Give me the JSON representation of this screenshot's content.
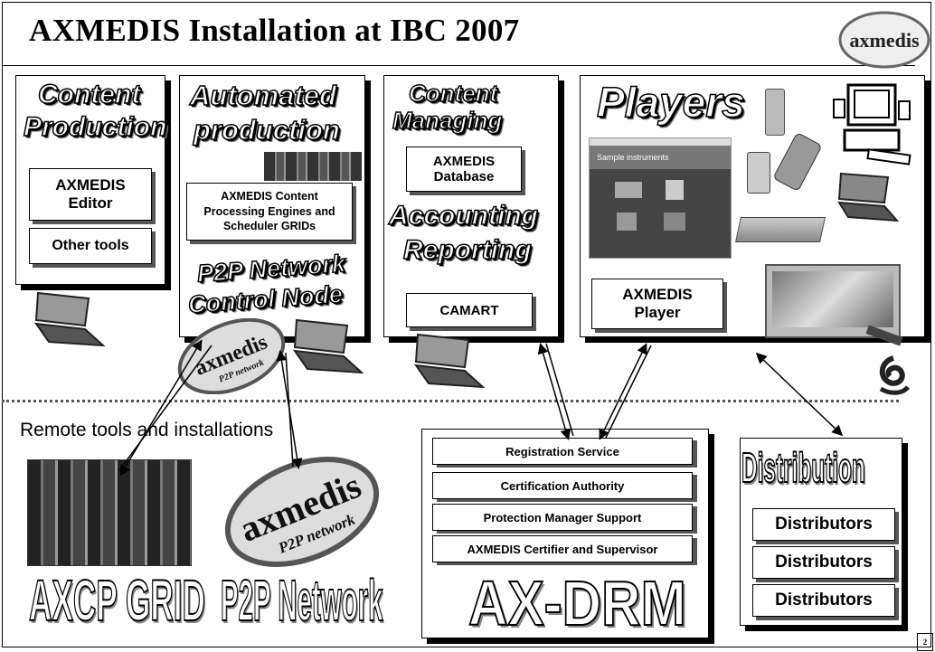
{
  "title": "AXMEDIS Installation at IBC 2007",
  "logo_text": "axmedis",
  "panels": {
    "content_production": {
      "heading_line1": "Content",
      "heading_line2": "Production",
      "editor": "AXMEDIS Editor",
      "other": "Other tools"
    },
    "automated_production": {
      "heading_line1": "Automated",
      "heading_line2": "production",
      "engines": "AXMEDIS Content Processing Engines and Scheduler GRIDs",
      "p2p_line1": "P2P Network",
      "p2p_line2": "Control Node"
    },
    "content_managing": {
      "heading_line1": "Content",
      "heading_line2": "Managing",
      "database": "AXMEDIS Database",
      "accounting_line1": "Accounting",
      "accounting_line2": "Reporting",
      "camart": "CAMART"
    },
    "players": {
      "heading": "Players",
      "player": "AXMEDIS Player",
      "screen_caption": "Sample instruments"
    }
  },
  "remote_label": "Remote tools and installations",
  "grid_label": "AXCP GRID",
  "p2p_label": "P2P Network",
  "p2p_logo_text": "axmedis",
  "p2p_logo_sub": "P2P network",
  "drm": {
    "label": "AX-DRM",
    "services": [
      "Registration Service",
      "Certification Authority",
      "Protection  Manager Support",
      "AXMEDIS Certifier and Supervisor"
    ]
  },
  "distribution": {
    "heading": "Distribution",
    "items": [
      "Distributors",
      "Distributors",
      "Distributors"
    ]
  },
  "page_number": "2"
}
